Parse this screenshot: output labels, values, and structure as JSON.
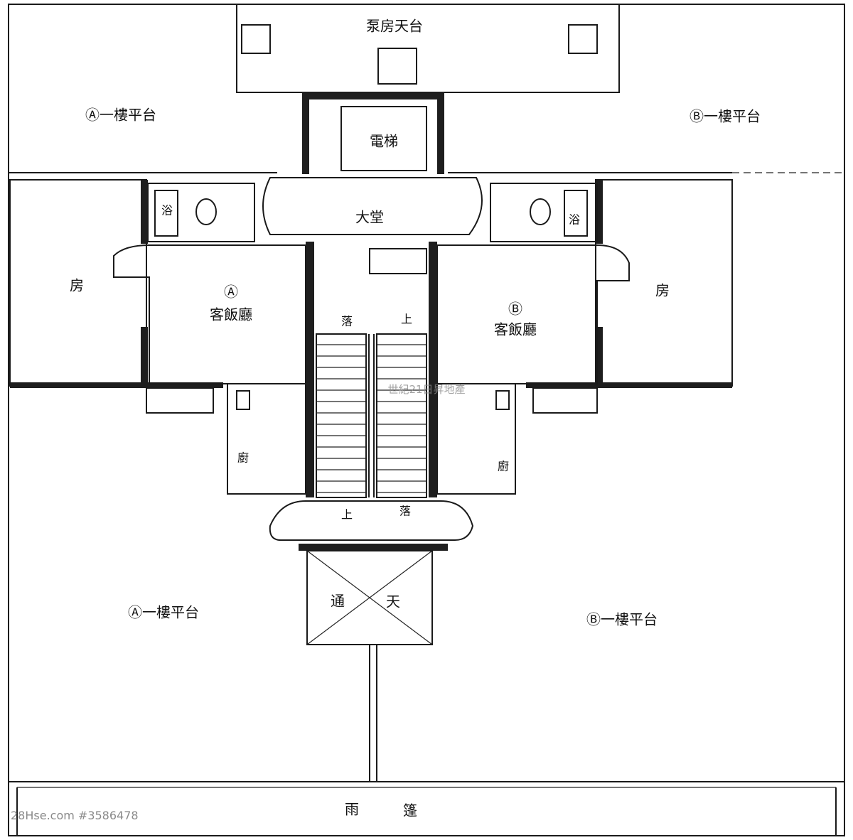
{
  "labels": {
    "pump_roof": "泵房天台",
    "terrace_a_top": "Ⓐ一樓平台",
    "terrace_b_top": "Ⓑ一樓平台",
    "lift": "電梯",
    "lobby": "大堂",
    "bath_a": "浴",
    "bath_b": "浴",
    "room_a": "房",
    "room_b": "房",
    "unit_a_mark": "Ⓐ",
    "living_a": "客飯廳",
    "unit_b_mark": "Ⓑ",
    "living_b": "客飯廳",
    "stair_down_top": "落",
    "stair_up_top": "上",
    "kitchen_a": "廚",
    "kitchen_b": "廚",
    "stair_up_bottom": "上",
    "stair_down_bottom": "落",
    "lightwell_1": "通",
    "lightwell_2": "天",
    "terrace_a_bottom": "Ⓐ一樓平台",
    "terrace_b_bottom": "Ⓑ一樓平台",
    "canopy_1": "雨",
    "canopy_2": "篷"
  },
  "watermark": "世紀21日昇地產",
  "credit": "28Hse.com #3586478"
}
